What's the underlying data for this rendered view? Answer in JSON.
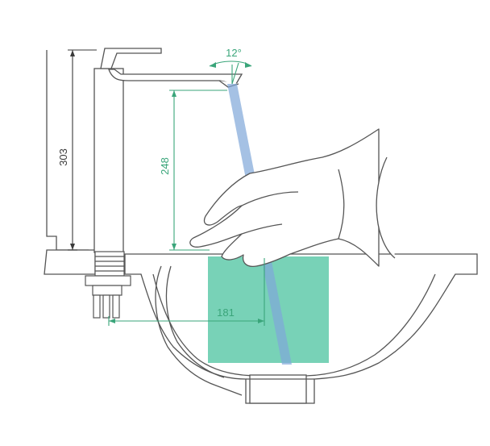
{
  "dimensions": {
    "height_303": "303",
    "spout_height_248": "248",
    "reach_181": "181",
    "spray_angle_12": "12°"
  },
  "colors": {
    "outline": "#555555",
    "dimension_dark": "#3a3a3a",
    "dimension_green": "#3aa57a",
    "water_blue": "#7fa6d8",
    "wash_zone_green": "#3fbf99",
    "basin_fill": "#ffffff"
  }
}
